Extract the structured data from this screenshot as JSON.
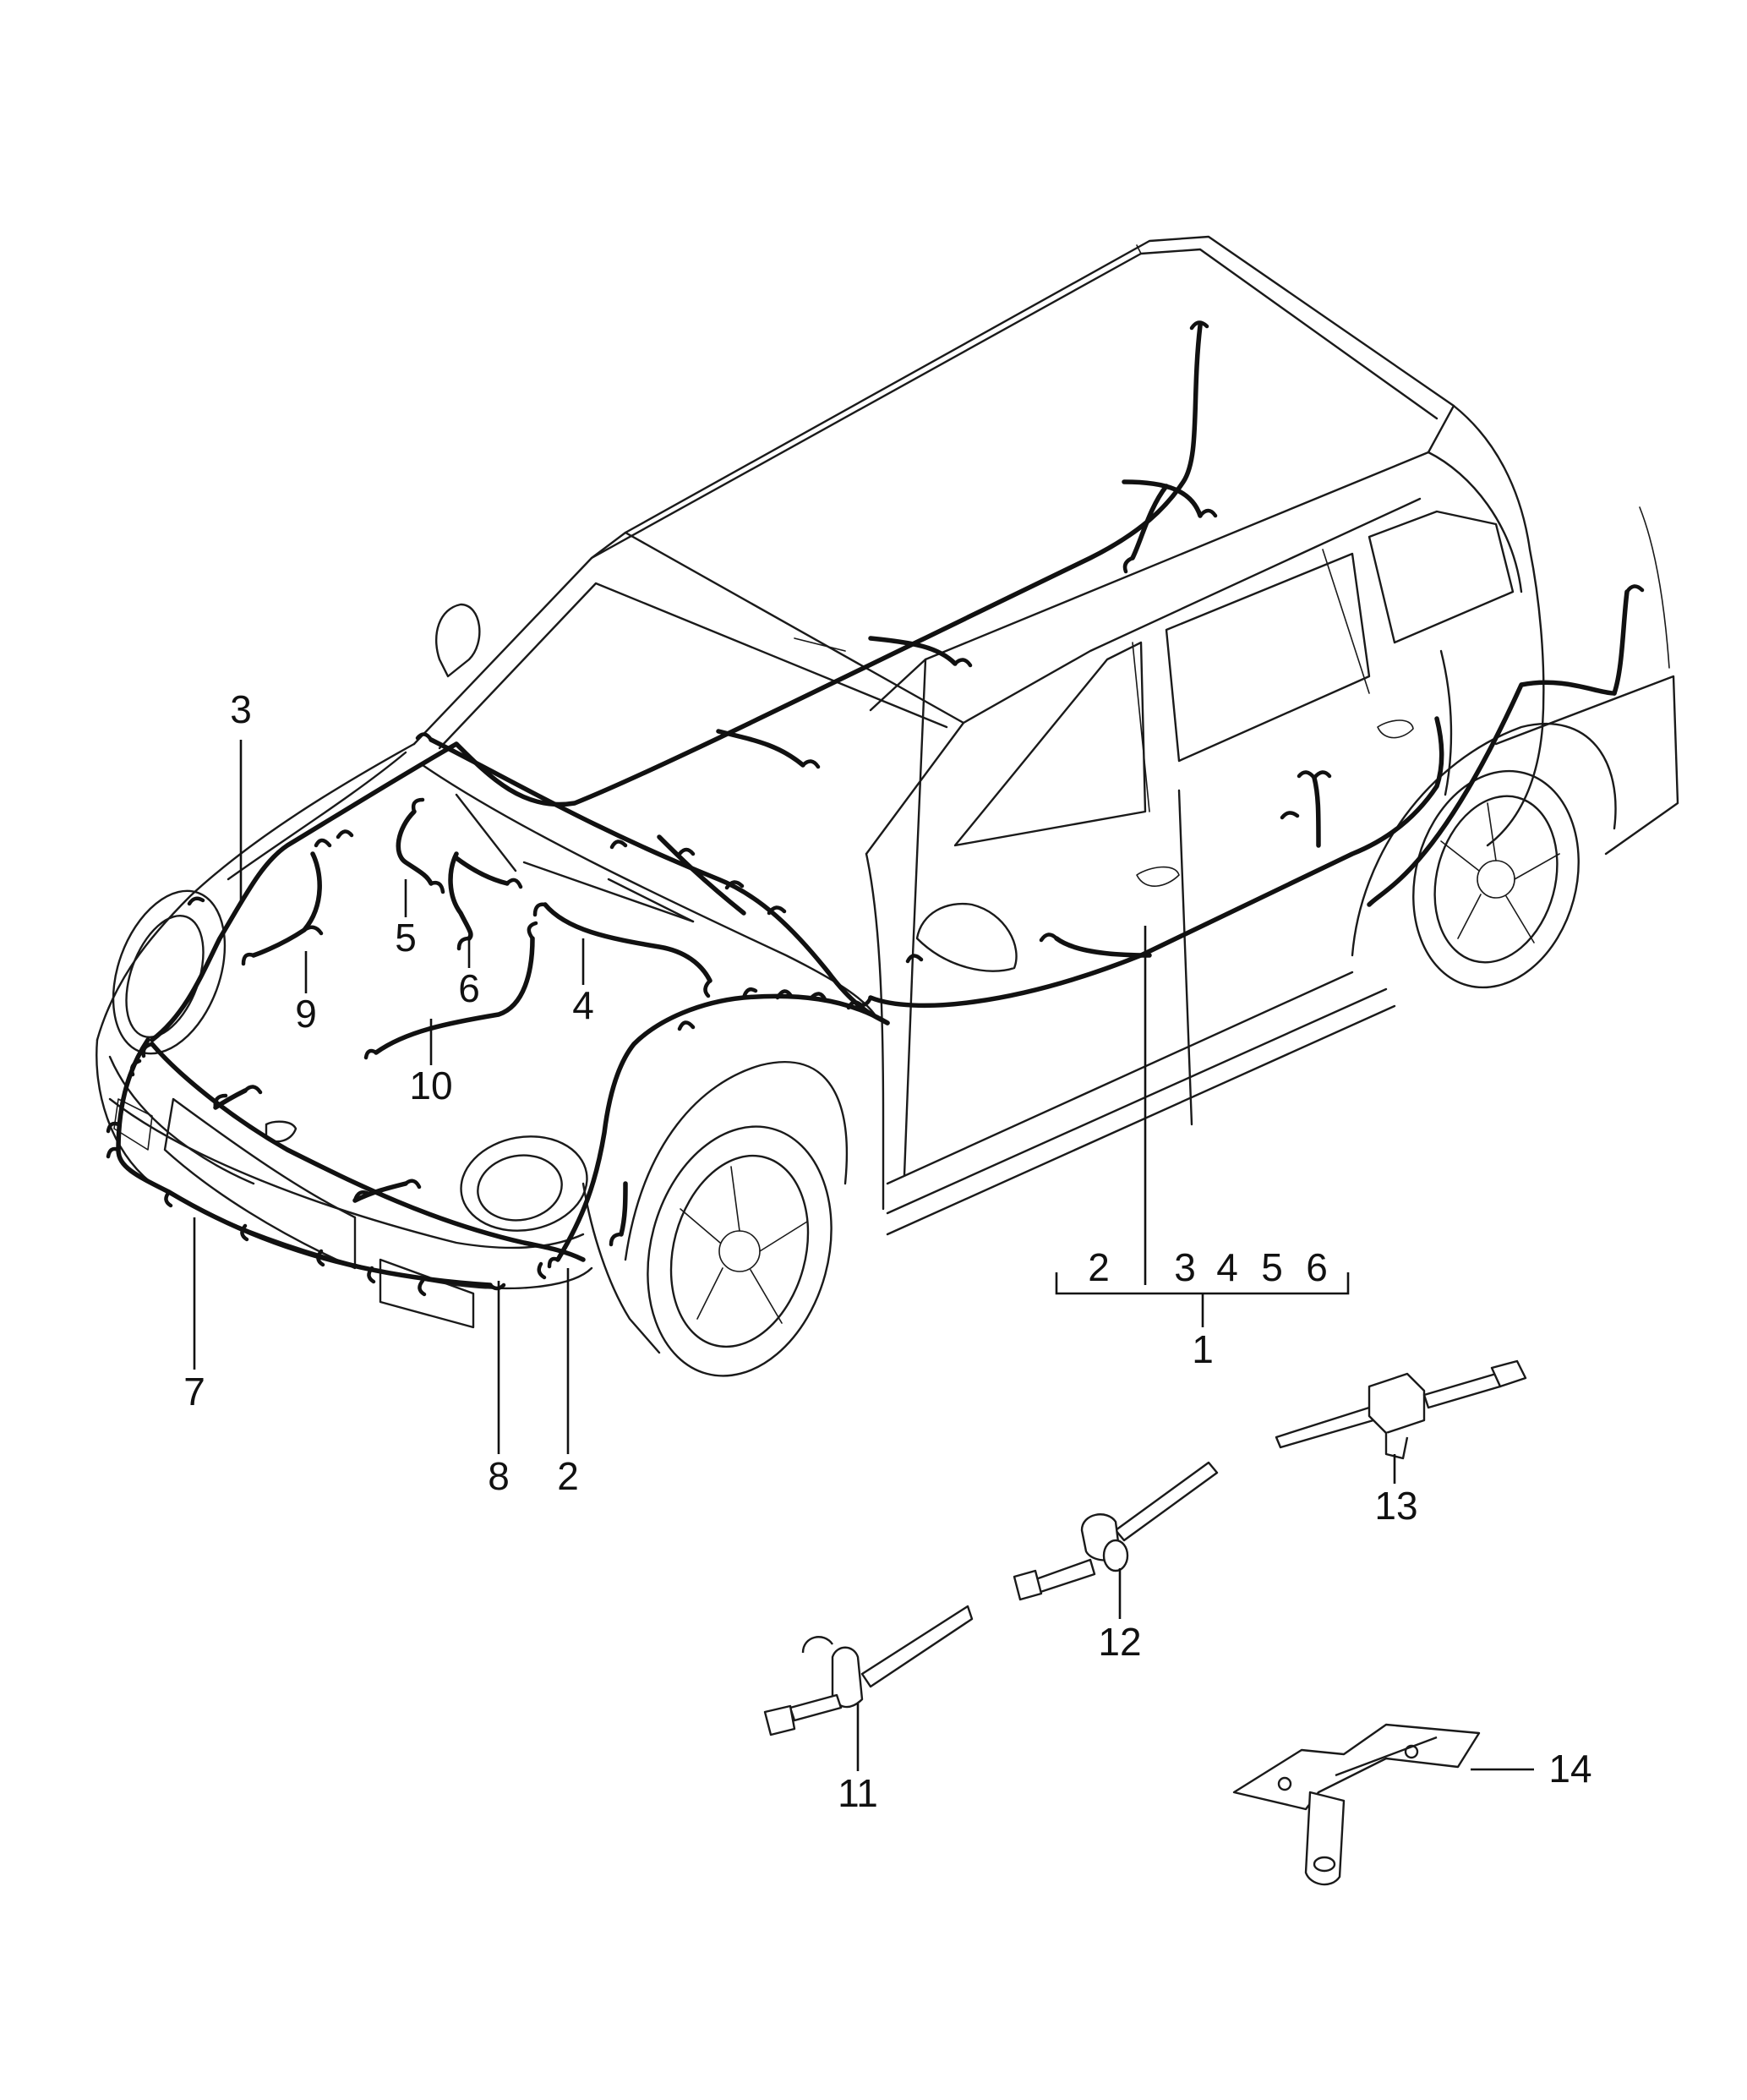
{
  "callouts": {
    "c1": "1",
    "c2_bracket": "2",
    "c2": "2",
    "c3_bracket": "3",
    "c3": "3",
    "c4_bracket": "4",
    "c4": "4",
    "c5_bracket": "5",
    "c5": "5",
    "c6_bracket": "6",
    "c6": "6",
    "c7": "7",
    "c8": "8",
    "c9": "9",
    "c10": "10",
    "c11": "11",
    "c12": "12",
    "c13": "13",
    "c14": "14"
  },
  "colors": {
    "line": "#1a1a1a",
    "harness": "#111111",
    "background": "#ffffff"
  }
}
